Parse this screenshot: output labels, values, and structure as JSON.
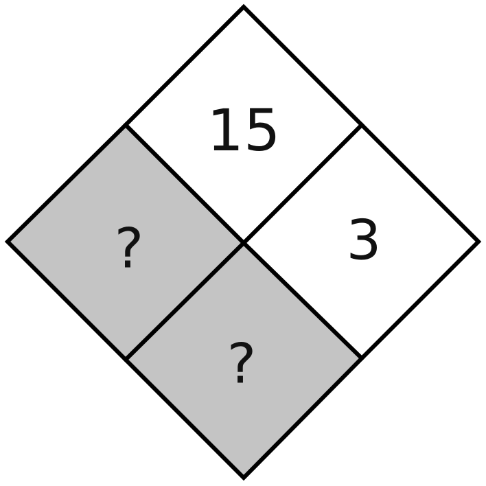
{
  "diagram": {
    "cells": [
      {
        "position": "top",
        "label": "15",
        "fill": "#ffffff"
      },
      {
        "position": "right",
        "label": "3",
        "fill": "#ffffff"
      },
      {
        "position": "left",
        "label": "?",
        "fill": "#c4c4c4"
      },
      {
        "position": "bottom",
        "label": "?",
        "fill": "#c4c4c4"
      }
    ]
  }
}
